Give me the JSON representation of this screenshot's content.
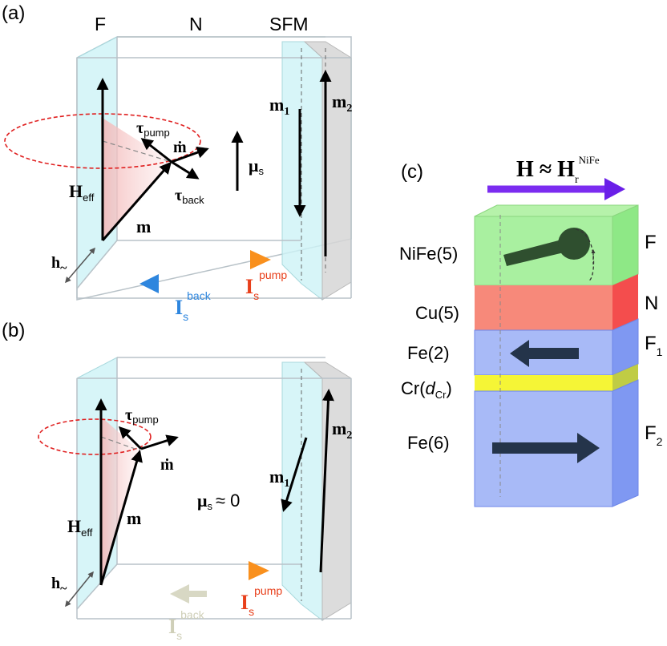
{
  "panel_a": {
    "label": "(a)",
    "layer_F": "F",
    "layer_N": "N",
    "layer_SFM": "SFM",
    "m1": "m",
    "m1_sub": "1",
    "m2": "m",
    "m2_sub": "2",
    "tau_pump": "τ",
    "tau_pump_sub": "pump",
    "mdot": "ṁ",
    "tau_back": "τ",
    "tau_back_sub": "back",
    "mu": "μ",
    "mu_sub": "s",
    "heff": "H",
    "heff_sub": "eff",
    "m": "m",
    "h": "h",
    "h_sub": "~",
    "is_pump": "I",
    "is_pump_sub": "s",
    "is_pump_sup": "pump",
    "is_back": "I",
    "is_back_sub": "s",
    "is_back_sup": "back"
  },
  "panel_b": {
    "label": "(b)",
    "tau_pump": "τ",
    "tau_pump_sub": "pump",
    "mdot": "ṁ",
    "m2": "m",
    "m2_sub": "2",
    "m1": "m",
    "m1_sub": "1",
    "heff": "H",
    "heff_sub": "eff",
    "m": "m",
    "mu": "μ",
    "mu_sub": "s",
    "mu_rest": "≈ 0",
    "h": "h",
    "h_sub": "~",
    "is_pump": "I",
    "is_pump_sub": "s",
    "is_pump_sup": "pump",
    "is_back": "I",
    "is_back_sub": "s",
    "is_back_sup": "back"
  },
  "panel_c": {
    "label": "(c)",
    "field": "H ≈ H",
    "field_sub": "r",
    "field_sup": "NiFe",
    "nife": "NiFe(5)",
    "cu": "Cu(5)",
    "fe2": "Fe(2)",
    "cr": "Cr(",
    "cr_d": "d",
    "cr_sub": "Cr",
    "cr_close": ")",
    "fe6": "Fe(6)",
    "right_F": "F",
    "right_N": "N",
    "right_F1": "F",
    "right_F1_sub": "1",
    "right_F2": "F",
    "right_F2_sub": "2"
  },
  "colors": {
    "cyan_layer": "#cdf3f6",
    "gray_layer": "#d9d9d9",
    "green_layer": "#a9f0a0",
    "red_layer": "#f7897a",
    "blue_layer": "#a8baf7",
    "yellow_layer": "#f5f536",
    "pump_orange": "#f9901d",
    "back_blue": "#2e86de",
    "field_purple": "#7b2cf0",
    "dark_arrow": "#24344a",
    "dashed_red": "#e02020"
  }
}
